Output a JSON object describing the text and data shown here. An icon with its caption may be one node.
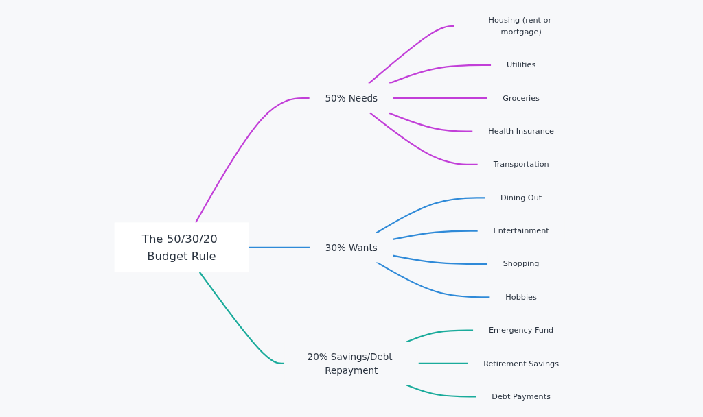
{
  "diagram": {
    "nodes": [
      {
        "text": [
          "The 50/30/20 Budget Rule"
        ]
      },
      {
        "text": [
          "50% Needs"
        ]
      },
      {
        "text": [
          "Housing (rent or mortgage)"
        ]
      },
      {
        "text": [
          "Utilities"
        ]
      },
      {
        "text": [
          "Groceries"
        ]
      },
      {
        "text": [
          "Health Insurance"
        ]
      },
      {
        "text": [
          "Transportation"
        ]
      },
      {
        "text": [
          "30% Wants"
        ]
      },
      {
        "text": [
          "Dining Out"
        ]
      },
      {
        "text": [
          "Entertainment"
        ]
      },
      {
        "text": [
          "Shopping"
        ]
      },
      {
        "text": [
          "Hobbies"
        ]
      },
      {
        "text": [
          "20% Savings/Debt Repayment"
        ]
      },
      {
        "text": [
          "Emergency Fund"
        ]
      },
      {
        "text": [
          "Retirement Savings"
        ]
      },
      {
        "text": [
          "Debt Payments"
        ]
      }
    ],
    "edges": [
      {
        "from": 0,
        "to": 1,
        "arrow": "none",
        "color": "#c23fd8"
      },
      {
        "from": 1,
        "to": 2,
        "arrow": "none",
        "color": "#c23fd8"
      },
      {
        "from": 1,
        "to": 3,
        "arrow": "none",
        "color": "#c23fd8"
      },
      {
        "from": 1,
        "to": 4,
        "arrow": "none",
        "color": "#c23fd8"
      },
      {
        "from": 1,
        "to": 5,
        "arrow": "none",
        "color": "#c23fd8"
      },
      {
        "from": 1,
        "to": 6,
        "arrow": "none",
        "color": "#c23fd8"
      },
      {
        "from": 0,
        "to": 7,
        "arrow": "none",
        "color": "#2f8ad8"
      },
      {
        "from": 7,
        "to": 8,
        "arrow": "none",
        "color": "#2f8ad8"
      },
      {
        "from": 7,
        "to": 9,
        "arrow": "none",
        "color": "#2f8ad8"
      },
      {
        "from": 7,
        "to": 10,
        "arrow": "none",
        "color": "#2f8ad8"
      },
      {
        "from": 7,
        "to": 11,
        "arrow": "none",
        "color": "#2f8ad8"
      },
      {
        "from": 0,
        "to": 12,
        "arrow": "none",
        "color": "#1aab9b"
      },
      {
        "from": 12,
        "to": 13,
        "arrow": "none",
        "color": "#1aab9b"
      },
      {
        "from": 12,
        "to": 14,
        "arrow": "none",
        "color": "#1aab9b"
      },
      {
        "from": 12,
        "to": 15,
        "arrow": "none",
        "color": "#1aab9b"
      }
    ]
  }
}
